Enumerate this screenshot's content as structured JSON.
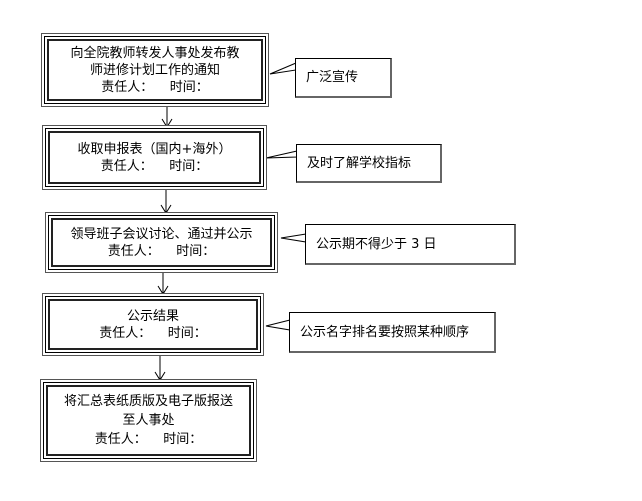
{
  "steps": [
    {
      "lines": [
        "向全院教师转发人事处发布教",
        "师进修计划工作的通知"
      ],
      "responsible": "责任人：    时间："
    },
    {
      "lines": [
        "收取申报表（国内+海外）"
      ],
      "responsible": "责任人：    时间："
    },
    {
      "lines": [
        "领导班子会议讨论、通过并公示"
      ],
      "responsible": "责任人：    时间："
    },
    {
      "lines": [
        "公示结果"
      ],
      "responsible": "责任人：    时间："
    },
    {
      "lines": [
        "将汇总表纸质版及电子版报送",
        "至人事处"
      ],
      "responsible": "责任人：    时间："
    }
  ],
  "callouts": [
    {
      "text": "广泛宣传"
    },
    {
      "text": "及时了解学校指标"
    },
    {
      "text": "公示期不得少于 3 日"
    },
    {
      "text": "公示名字排名要按照某种顺序"
    }
  ]
}
